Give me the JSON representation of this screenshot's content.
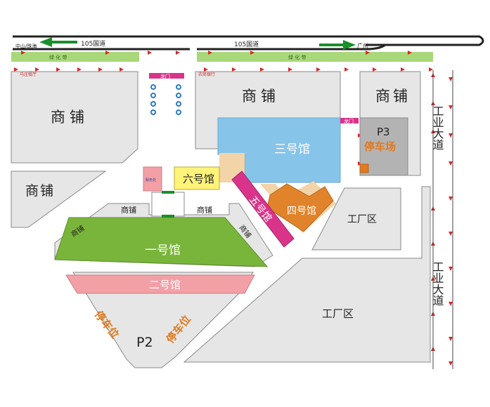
{
  "highway": {
    "name_left": "105国道",
    "name_right": "105国道",
    "dir_left": "中山/珠海",
    "dir_right": "广州",
    "green_belt": "绿  化  带"
  },
  "roads": {
    "industrial_avenue_top": "工业大道",
    "industrial_avenue_bottom": "工业大道",
    "dragon_gate_1": "龙门",
    "dragon_gate_2": "龙门"
  },
  "small_labels": {
    "top_left_shop": "马庄餐厅",
    "top_mid_shop": "农商银行",
    "tiny_booth": "服务处"
  },
  "halls": {
    "hall1": "一号馆",
    "hall2": "二号馆",
    "hall3": "三号馆",
    "hall4": "四号馆",
    "hall5": "五号馆",
    "hall6": "六号馆"
  },
  "shops": {
    "shop_label": "商铺"
  },
  "zones": {
    "factory": "工厂区"
  },
  "parking": {
    "p2": "P2",
    "p3": "P3",
    "p3_label": "停车场",
    "spot": "停车位"
  },
  "colors": {
    "road_line": "#222222",
    "green_arrow": "#1a8f2a",
    "green_belt": "#a9d87a",
    "block_gray": "#e6e6e6",
    "block_edge": "#8a8a8a",
    "hall1": "#79b53a",
    "hall2": "#f2a0a6",
    "hall3": "#87c4ea",
    "hall4": "#e0832a",
    "hall5": "#d9348a",
    "hall6": "#fff37a",
    "parking_orange": "#e07b22",
    "parking_gray": "#b3b3b3",
    "red_arrow": "#d42a2a"
  }
}
